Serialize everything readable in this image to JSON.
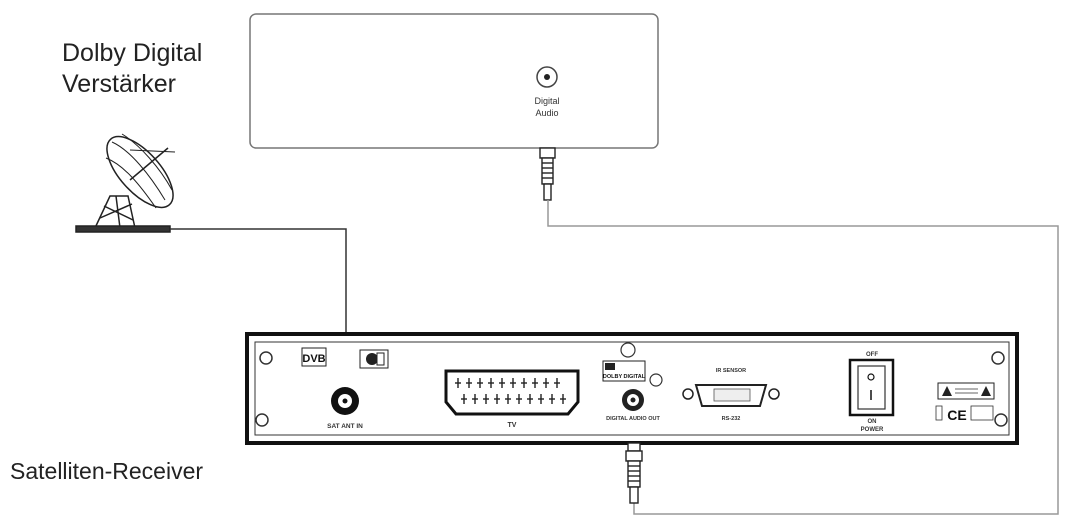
{
  "amplifier": {
    "title_line1": "Dolby Digital",
    "title_line2": "Verstärker",
    "port_label_line1": "Digital",
    "port_label_line2": "Audio"
  },
  "receiver": {
    "title": "Satelliten-Receiver",
    "ports": {
      "sat_ant_in": "SAT ANT IN",
      "tv": "TV",
      "digital_audio_out": "DIGITAL AUDIO OUT",
      "ir_sensor": "IR SENSOR",
      "rs232": "RS-232",
      "power_off": "OFF",
      "power_on": "ON",
      "power": "POWER"
    },
    "logos": {
      "dvb": "DVB",
      "dolby_digital": "DOLBY DIGITAL",
      "ce": "CE"
    }
  }
}
